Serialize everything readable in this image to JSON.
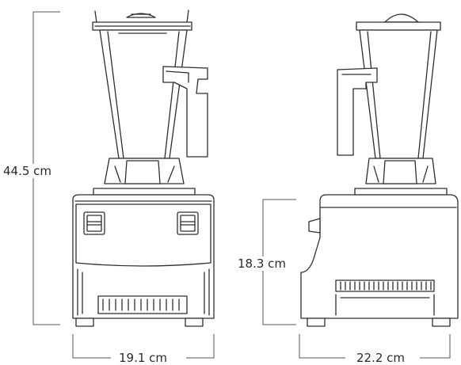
{
  "dimensions": {
    "height_total": "44.5 cm",
    "width_front": "19.1 cm",
    "height_base": "18.3 cm",
    "depth_side": "22.2 cm"
  }
}
